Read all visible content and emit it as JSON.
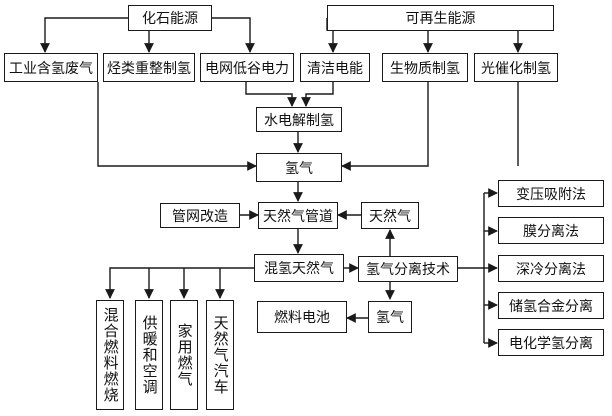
{
  "diagram": {
    "nodes": {
      "fossil": "化石能源",
      "renewable": "可再生能源",
      "industrial_gas": "工业含氢废气",
      "hydrocarbon_reforming": "烃类重整制氢",
      "offpeak_power": "电网低谷电力",
      "clean_power": "清洁电能",
      "biomass": "生物质制氢",
      "photocatalysis": "光催化制氢",
      "electrolysis": "水电解制氢",
      "hydrogen": "氢气",
      "pipeline_retrofit": "管网改造",
      "gas_pipeline": "天然气管道",
      "natural_gas": "天然气",
      "hythane": "混氢天然气",
      "separation": "氢气分离技术",
      "fuel_cell": "燃料电池",
      "hydrogen_out": "氢气",
      "psa": "变压吸附法",
      "membrane": "膜分离法",
      "cryogenic": "深冷分离法",
      "metal_hydride": "储氢合金分离",
      "electrochemical": "电化学氢分离",
      "mixed_combustion": "混合燃料燃烧",
      "heating_ac": "供暖和空调",
      "household_gas": "家用燃气",
      "ngv": "天然气汽车"
    },
    "colors": {
      "line": "#1a1a1a",
      "box_border": "#1a1a1a",
      "text": "#111111",
      "background": "#ffffff"
    }
  }
}
